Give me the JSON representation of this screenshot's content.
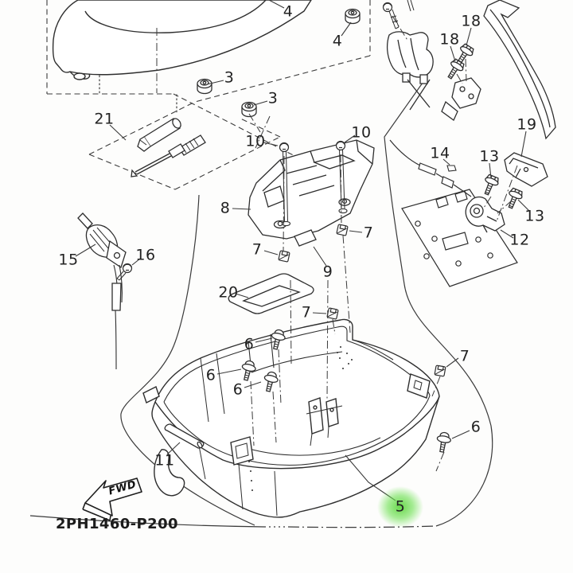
{
  "diagram": {
    "part_code": "2PH1460-P200",
    "fwd_label": "FWD",
    "highlight_color": "#58cd38",
    "highlighted_callout": "5"
  },
  "callouts": [
    {
      "label": "3"
    },
    {
      "label": "3"
    },
    {
      "label": "4"
    },
    {
      "label": "4"
    },
    {
      "label": "18"
    },
    {
      "label": "18"
    },
    {
      "label": "10"
    },
    {
      "label": "10"
    },
    {
      "label": "8"
    },
    {
      "label": "21"
    },
    {
      "label": "7"
    },
    {
      "label": "7"
    },
    {
      "label": "9"
    },
    {
      "label": "14"
    },
    {
      "label": "13"
    },
    {
      "label": "13"
    },
    {
      "label": "19"
    },
    {
      "label": "12"
    },
    {
      "label": "15"
    },
    {
      "label": "16"
    },
    {
      "label": "20"
    },
    {
      "label": "7"
    },
    {
      "label": "6"
    },
    {
      "label": "6"
    },
    {
      "label": "6"
    },
    {
      "label": "7"
    },
    {
      "label": "6"
    },
    {
      "label": "11"
    },
    {
      "label": "5"
    }
  ]
}
